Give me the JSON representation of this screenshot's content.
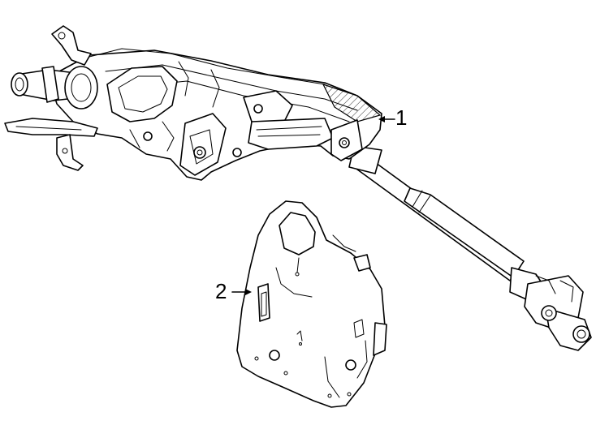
{
  "diagram": {
    "callouts": [
      {
        "number": "1"
      },
      {
        "number": "2"
      }
    ],
    "parts": [
      "steering-column-assembly",
      "column-cover-panel"
    ],
    "colors": {
      "line": "#000000",
      "background": "#ffffff"
    }
  }
}
